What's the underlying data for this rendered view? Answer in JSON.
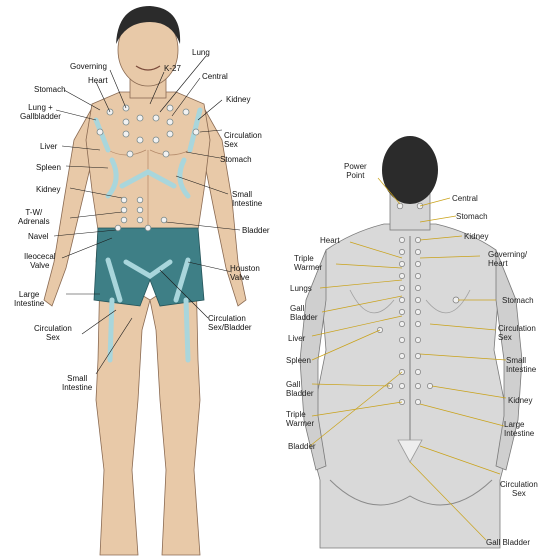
{
  "front": {
    "labels": {
      "governing": "Governing",
      "heart": "Heart",
      "lung": "Lung",
      "k27": "K-27",
      "stomach": "Stomach",
      "central": "Central",
      "lung_gallbladder": "Lung +\nGallbladder",
      "kidney": "Kidney",
      "circulation_sex": "Circulation\nSex",
      "liver": "Liver",
      "stomach2": "Stomach",
      "spleen": "Spleen",
      "kidney2": "Kidney",
      "small_intestine": "Small\nIntestine",
      "tw_adrenals": "T-W/\nAdrenals",
      "bladder": "Bladder",
      "navel": "Navel",
      "ileocecal_valve": "Ileocecal\nValve",
      "houston_valve": "Houston\nValve",
      "large_intestine": "Large\nIntestine",
      "circulation_sex_bladder": "Circulation\nSex/Bladder",
      "circulation_sex2": "Circulation\nSex",
      "small_intestine2": "Small\nIntestine"
    }
  },
  "back": {
    "labels": {
      "power_point": "Power\nPoint",
      "central": "Central",
      "stomach": "Stomach",
      "kidney": "Kidney",
      "heart": "Heart",
      "governing_heart": "Governing/\nHeart",
      "triple_warmer": "Triple\nWarmer",
      "lungs": "Lungs",
      "stomach2": "Stomach",
      "gall_bladder": "Gall\nBladder",
      "circulation_sex": "Circulation\nSex",
      "liver": "Liver",
      "spleen": "Spleen",
      "small_intestine": "Small\nIntestine",
      "gall_bladder2": "Gall\nBladder",
      "kidney2": "Kidney",
      "triple_warmer2": "Triple\nWarmer",
      "large_intestine": "Large\nIntestine",
      "bladder": "Bladder",
      "circulation_sex2": "Circulation\nSex",
      "gall_bladder3": "Gall Bladder"
    }
  },
  "colors": {
    "skin": "#e8c9a8",
    "skin_shade": "#c99a76",
    "shorts": "#3e7f86",
    "meridian": "#a9d6dc",
    "back_skin": "#d9d9d9",
    "back_shade": "#9a9a9a",
    "hair": "#2b2b2b",
    "gold_line": "#c9a21a"
  }
}
